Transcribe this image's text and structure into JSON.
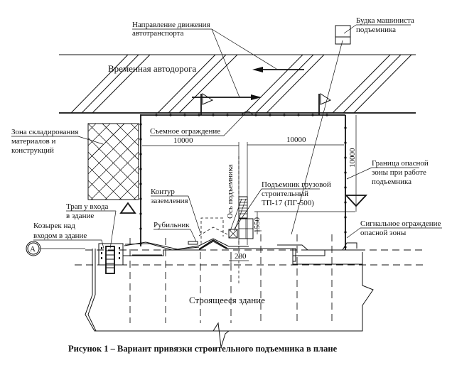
{
  "labels": {
    "traffic_direction": [
      "Направление движения",
      "автотранспорта"
    ],
    "operator_booth": [
      "Будка машиниста",
      "подъемника"
    ],
    "temporary_road": "Временная автодорога",
    "storage_zone": [
      "Зона складирования",
      "материалов и",
      "конструкций"
    ],
    "removable_fence": "Съемное ограждение",
    "danger_zone_border": [
      "Граница опасной",
      "зоны при работе",
      "подъемника"
    ],
    "hoist": [
      "Подъемник грузовой",
      "строительный",
      "ТП-17 (ПГ-500)"
    ],
    "hoist_axis": "Ось подъемника",
    "grounding_loop": [
      "Контур",
      "заземления"
    ],
    "knife_switch": "Рубильник",
    "entrance_ladder": [
      "Трап у входа",
      "в здание"
    ],
    "entrance_canopy": [
      "Козырек над",
      "входом в здание"
    ],
    "signal_fence": [
      "Сигнальное ограждение",
      "опасной зоны"
    ],
    "building": "Строящееся здание",
    "axis_marker": "А"
  },
  "dimensions": {
    "left_width": "10000",
    "right_width": "10000",
    "depth": "10000",
    "hoist_offset": "1550",
    "wall_offset": "280"
  },
  "caption": "Рисунок 1 – Вариант привязки строительного подъемника в плане"
}
